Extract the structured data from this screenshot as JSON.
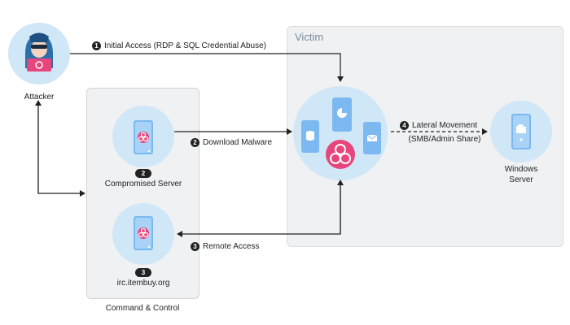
{
  "victim": {
    "title": "Victim"
  },
  "attacker": {
    "label": "Attacker"
  },
  "command_control": {
    "label": "Command & Control",
    "compromised_server": {
      "number": "2",
      "label": "Compromised Server"
    },
    "irc_server": {
      "number": "3",
      "label": "irc.itembuy.org"
    }
  },
  "windows_server": {
    "label_line1": "Windows",
    "label_line2": "Server"
  },
  "steps": [
    {
      "number": "1",
      "text": "Initial Access (RDP & SQL Credential Abuse)"
    },
    {
      "number": "2",
      "text": "Download Malware"
    },
    {
      "number": "3",
      "text": "Remote Access"
    },
    {
      "number": "4",
      "text": "Lateral Movement",
      "subtext": "(SMB/Admin Share)"
    }
  ],
  "colors": {
    "box_bg": "#f0f1f3",
    "circle": "#cfe7f7",
    "device": "#7cb9f0",
    "biohazard": "#e8457d",
    "line": "#222222"
  }
}
